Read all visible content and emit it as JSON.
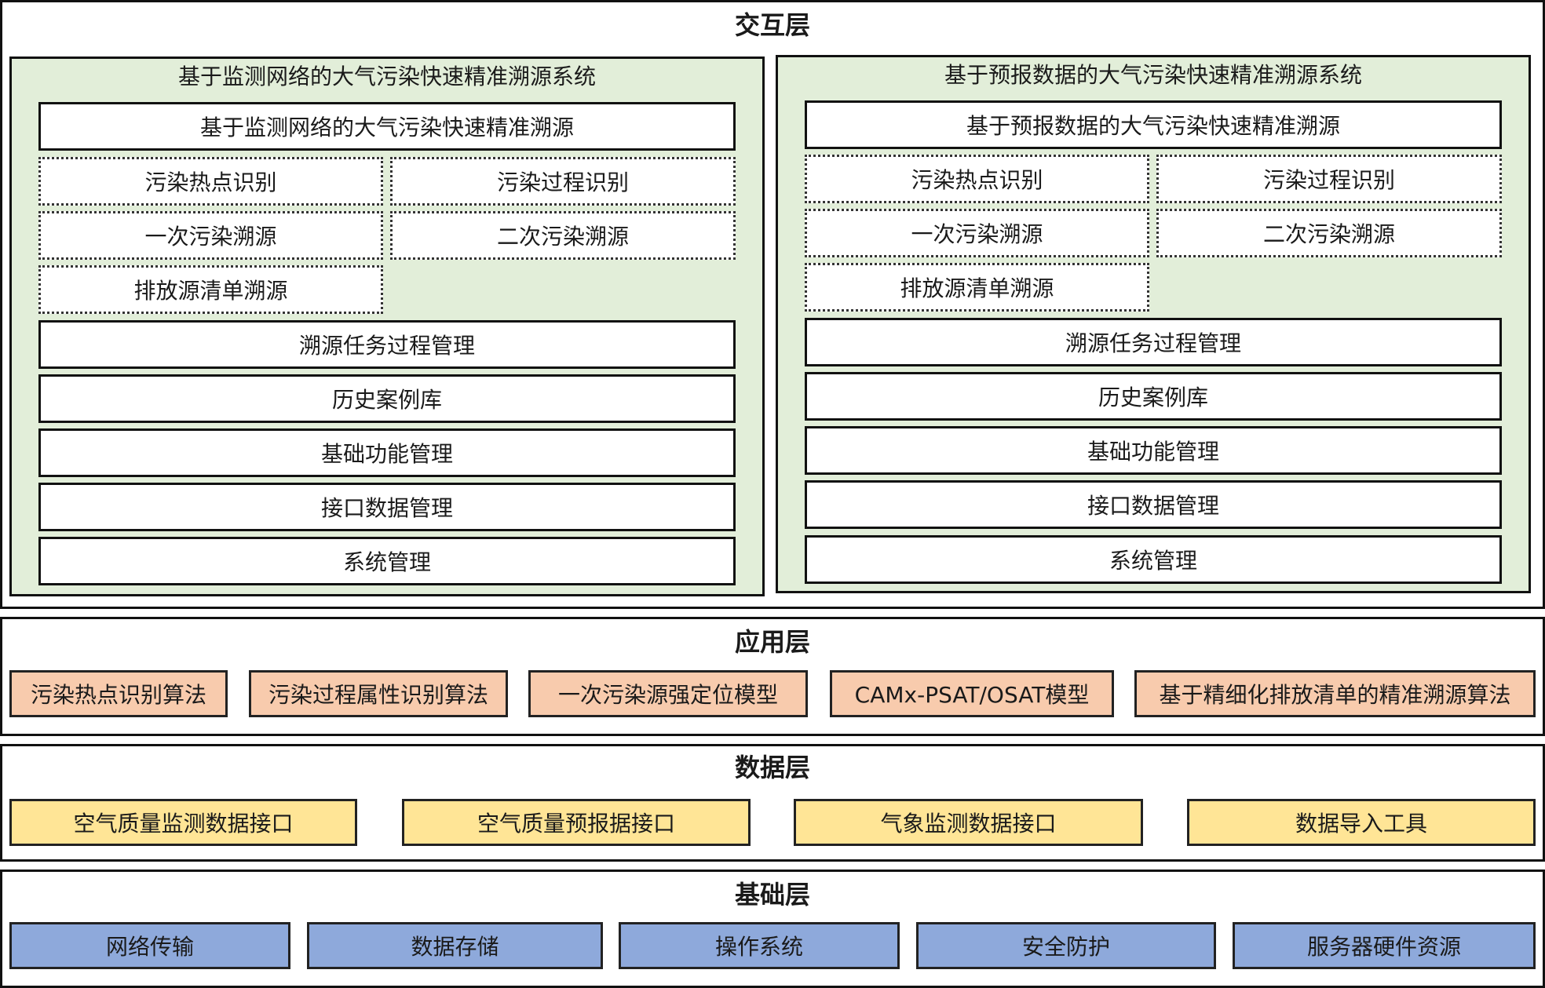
{
  "interaction_layer": {
    "title": "交互层",
    "left_panel": {
      "title": "基于监测网络的大气污染快速精准溯源系统",
      "header_module": "基于监测网络的大气污染快速精准溯源",
      "sub_modules": [
        "污染热点识别",
        "污染过程识别",
        "一次污染溯源",
        "二次污染溯源",
        "排放源清单溯源"
      ],
      "modules": [
        "溯源任务过程管理",
        "历史案例库",
        "基础功能管理",
        "接口数据管理",
        "系统管理"
      ]
    },
    "right_panel": {
      "title": "基于预报数据的大气污染快速精准溯源系统",
      "header_module": "基于预报数据的大气污染快速精准溯源",
      "sub_modules": [
        "污染热点识别",
        "污染过程识别",
        "一次污染溯源",
        "二次污染溯源",
        "排放源清单溯源"
      ],
      "modules": [
        "溯源任务过程管理",
        "历史案例库",
        "基础功能管理",
        "接口数据管理",
        "系统管理"
      ]
    }
  },
  "application_layer": {
    "title": "应用层",
    "items": [
      "污染热点识别算法",
      "污染过程属性识别算法",
      "一次污染源强定位模型",
      "CAMx-PSAT/OSAT模型",
      "基于精细化排放清单的精准溯源算法"
    ]
  },
  "data_layer": {
    "title": "数据层",
    "items": [
      "空气质量监测数据接口",
      "空气质量预报据接口",
      "气象监测数据接口",
      "数据导入工具"
    ]
  },
  "foundation_layer": {
    "title": "基础层",
    "items": [
      "网络传输",
      "数据存储",
      "操作系统",
      "安全防护",
      "服务器硬件资源"
    ]
  },
  "colors": {
    "panel_fill": "#e2eed9",
    "algorithm_fill": "#f8cbad",
    "interface_fill": "#ffe596",
    "infrastructure_fill": "#8ea9db"
  }
}
